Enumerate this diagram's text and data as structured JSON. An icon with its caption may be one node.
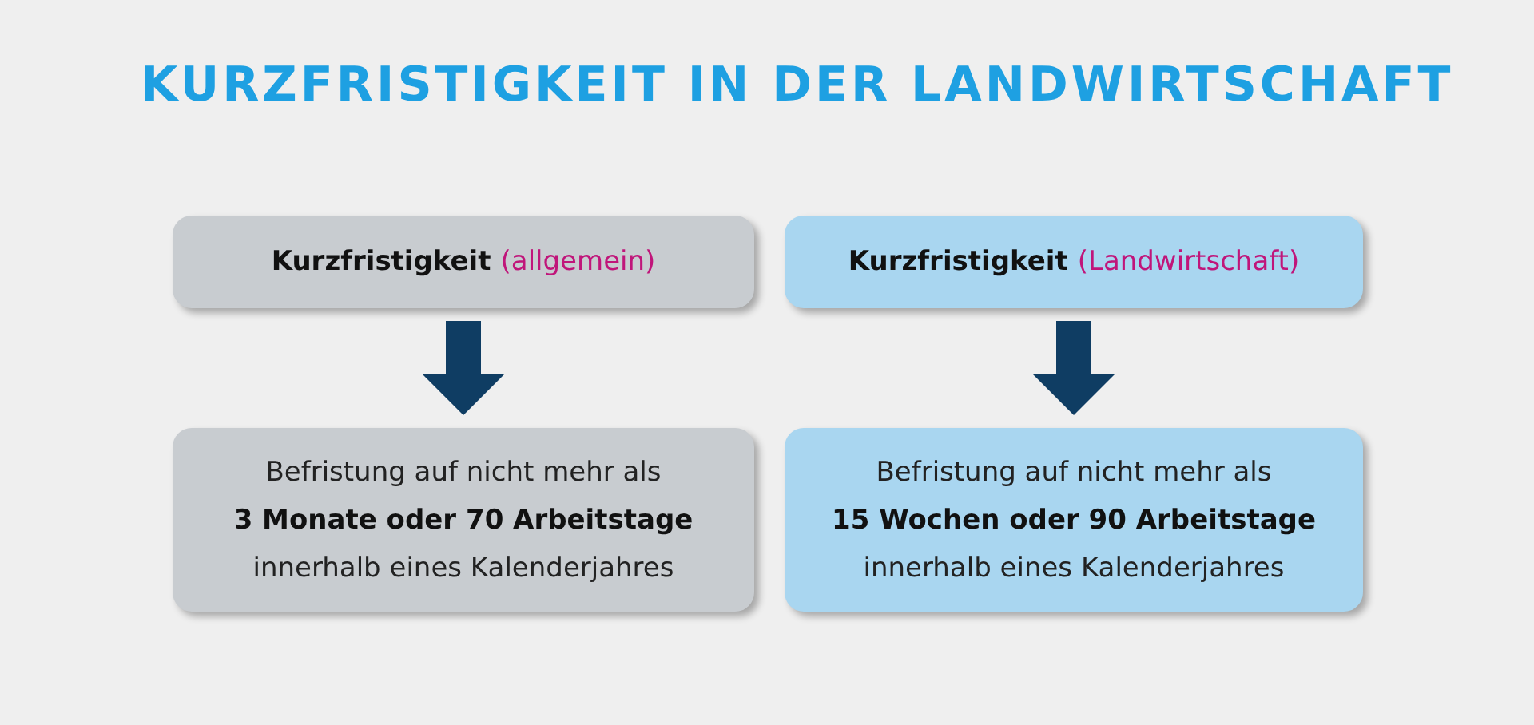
{
  "diagram": {
    "title": "KURZFRISTIGKEIT IN DER LANDWIRTSCHAFT",
    "nodes": [
      {
        "text": [
          "Kurzfristigkeit",
          "(allgemein)"
        ]
      },
      {
        "text": [
          "Befristung auf nicht mehr als **3 Monate oder 70 Arbeitstage** innerhalb eines Kalenderjahres"
        ]
      },
      {
        "text": [
          "Kurzfristigkeit",
          "(Landwirtschaft)"
        ]
      },
      {
        "text": [
          "Befristung auf nicht mehr als **15 Wochen oder 90 Arbeitstage** innerhalb eines Kalenderjahres"
        ]
      }
    ],
    "edges": [
      {
        "from": 0,
        "to": 1,
        "arrow": "to"
      },
      {
        "from": 2,
        "to": 3,
        "arrow": "to"
      }
    ]
  }
}
